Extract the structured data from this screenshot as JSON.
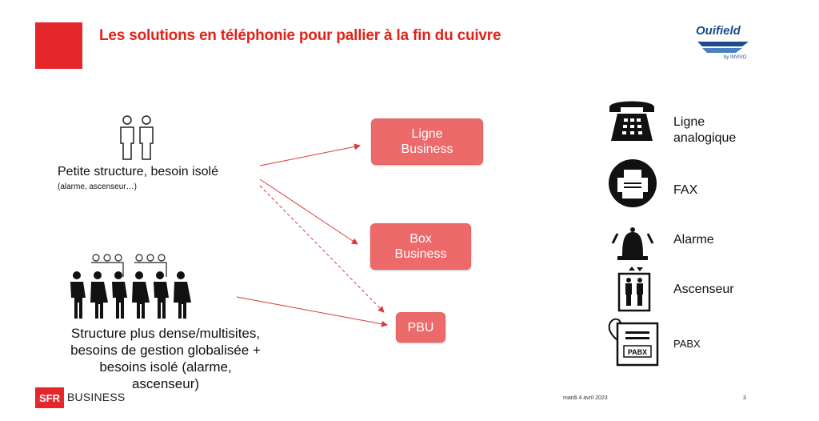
{
  "slide": {
    "title": "Les solutions en téléphonie pour pallier à la fin du cuivre",
    "date": "mardi 4 avril 2023",
    "page_number": "3"
  },
  "brand": {
    "partner_logo_name": "Ouifield",
    "partner_logo_by": "by INVIVO",
    "sfr_mark": "SFR",
    "sfr_business": "BUSINESS"
  },
  "segments": {
    "small": {
      "label": "Petite structure, besoin isolé",
      "sub": "(alarme, ascenseur…)"
    },
    "large": {
      "label_lines": [
        "Structure plus dense/multisites,",
        "besoins de gestion globalisée +",
        "besoins isolé (alarme,",
        "ascenseur)"
      ]
    }
  },
  "solutions": {
    "ligne": [
      "Ligne",
      "Business"
    ],
    "box": [
      "Box",
      "Business"
    ],
    "pbu": "PBU"
  },
  "legend": {
    "ligne_analogique": [
      "Ligne",
      "analogique"
    ],
    "fax": "FAX",
    "alarme": "Alarme",
    "ascenseur": "Ascenseur",
    "pabx": "PABX",
    "pabx_icon_text": "PABX"
  },
  "colors": {
    "accent_red": "#e2231a",
    "box_fill": "#ec6a6a",
    "arrow": "#d83a3a",
    "brand_blue": "#1a4b8c"
  }
}
